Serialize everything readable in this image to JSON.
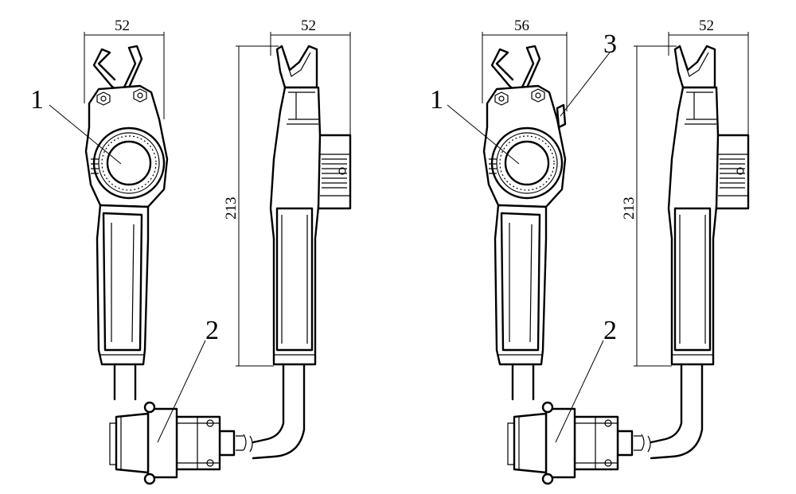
{
  "dimensions": {
    "width_a": "52",
    "width_b": "52",
    "width_c": "56",
    "width_d": "52",
    "height_a": "213",
    "height_b": "213"
  },
  "labels": {
    "handle_a": "1",
    "connector_a": "2",
    "handle_b": "1",
    "connector_b": "2",
    "clip_b": "3"
  }
}
